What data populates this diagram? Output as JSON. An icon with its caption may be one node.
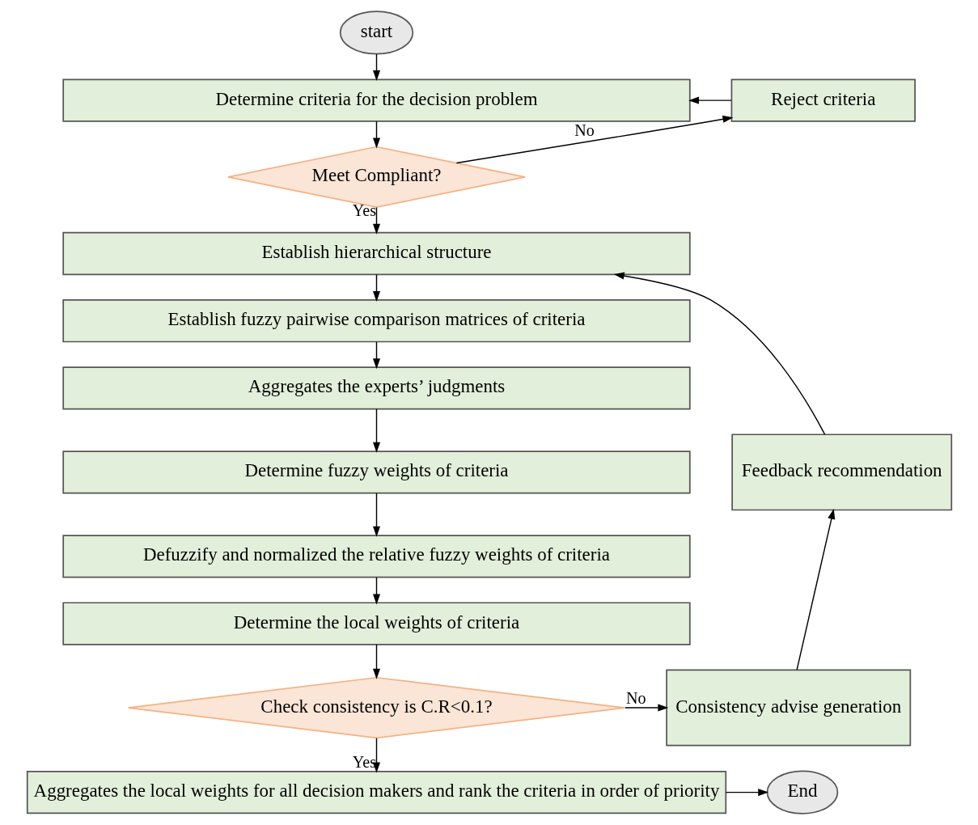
{
  "diagram": {
    "nodes": [
      {
        "text": [
          "start"
        ]
      },
      {
        "text": [
          "Reject criteria"
        ]
      },
      {
        "text": [
          "Determine criteria for the decision problem"
        ]
      },
      {
        "text": [
          "Meet Compliant?"
        ]
      },
      {
        "text": [
          "Establish hierarchical structure"
        ]
      },
      {
        "text": [
          "Establish fuzzy pairwise comparison matrices of criteria"
        ]
      },
      {
        "text": [
          "Aggregates the experts’ judgments"
        ]
      },
      {
        "text": [
          "Determine fuzzy weights of criteria"
        ]
      },
      {
        "text": [
          "Defuzzify and normalized the relative fuzzy weights of criteria"
        ]
      },
      {
        "text": [
          "Determine the local weights of criteria"
        ]
      },
      {
        "text": [
          "Feedback recommendation"
        ]
      },
      {
        "text": [
          "Consistency advise generation"
        ]
      },
      {
        "text": [
          "Check consistency is C.R<0.1?"
        ]
      },
      {
        "text": [
          "Aggregates the local weights for all decision makers and rank the criteria in order of priority"
        ]
      },
      {
        "text": [
          "End"
        ]
      }
    ],
    "edges": [
      {
        "from": 0,
        "to": 2,
        "arrow": "to"
      },
      {
        "from": 1,
        "to": 2,
        "arrow": "to"
      },
      {
        "from": 2,
        "to": 3,
        "arrow": "to"
      },
      {
        "from": 3,
        "to": 1,
        "arrow": "to",
        "label": "No"
      },
      {
        "from": 3,
        "to": 4,
        "arrow": "to",
        "label": "Yes"
      },
      {
        "from": 4,
        "to": 5,
        "arrow": "to"
      },
      {
        "from": 5,
        "to": 6,
        "arrow": "to"
      },
      {
        "from": 6,
        "to": 7,
        "arrow": "to"
      },
      {
        "from": 7,
        "to": 8,
        "arrow": "to"
      },
      {
        "from": 8,
        "to": 9,
        "arrow": "to"
      },
      {
        "from": 9,
        "to": 12,
        "arrow": "to"
      },
      {
        "from": 12,
        "to": 11,
        "arrow": "to",
        "label": "No"
      },
      {
        "from": 11,
        "to": 10,
        "arrow": "to"
      },
      {
        "from": 10,
        "to": 4,
        "arrow": "to"
      },
      {
        "from": 12,
        "to": 13,
        "arrow": "to",
        "label": "Yes"
      },
      {
        "from": 13,
        "to": 14,
        "arrow": "to"
      }
    ]
  }
}
